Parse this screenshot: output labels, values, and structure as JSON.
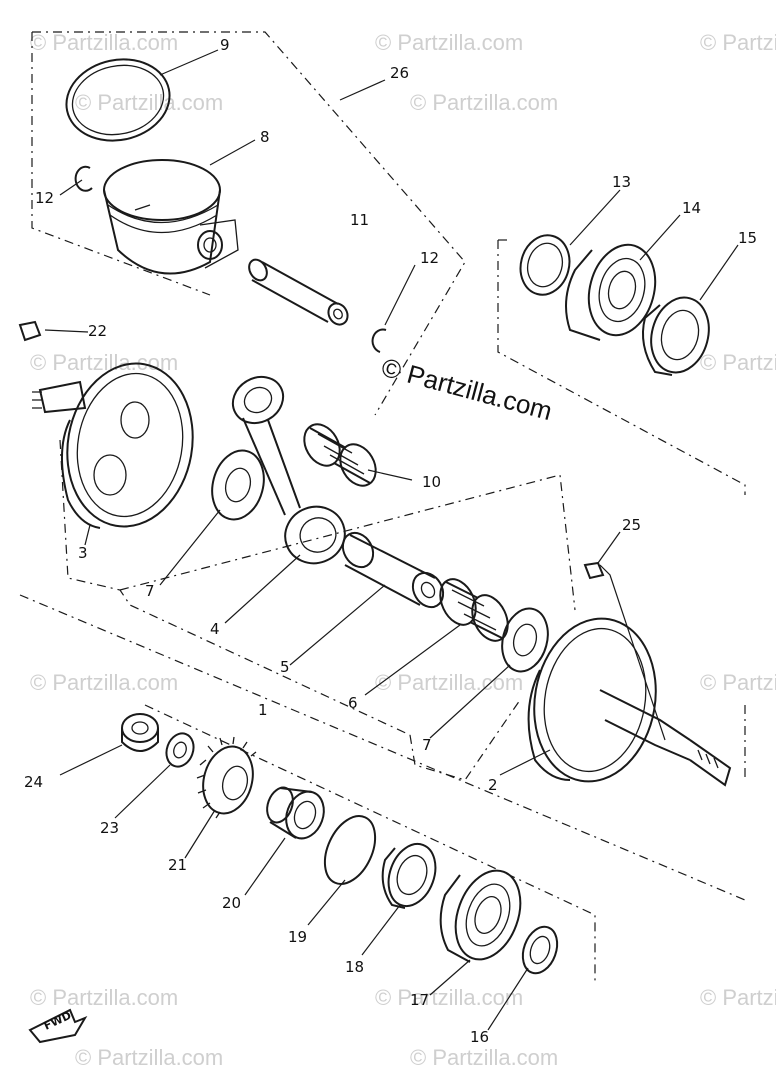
{
  "watermark": {
    "main": "© Partzilla.com",
    "faint": "© Partzilla.com"
  },
  "direction_label": "FWD",
  "callouts": [
    {
      "id": "p9",
      "label": "9"
    },
    {
      "id": "p26",
      "label": "26"
    },
    {
      "id": "p8",
      "label": "8"
    },
    {
      "id": "p12a",
      "label": "12"
    },
    {
      "id": "p11",
      "label": "11"
    },
    {
      "id": "p12b",
      "label": "12"
    },
    {
      "id": "p13",
      "label": "13"
    },
    {
      "id": "p14",
      "label": "14"
    },
    {
      "id": "p15",
      "label": "15"
    },
    {
      "id": "p22",
      "label": "22"
    },
    {
      "id": "p10",
      "label": "10"
    },
    {
      "id": "p3",
      "label": "3"
    },
    {
      "id": "p25",
      "label": "25"
    },
    {
      "id": "p7a",
      "label": "7"
    },
    {
      "id": "p4",
      "label": "4"
    },
    {
      "id": "p5",
      "label": "5"
    },
    {
      "id": "p1",
      "label": "1"
    },
    {
      "id": "p6",
      "label": "6"
    },
    {
      "id": "p7b",
      "label": "7"
    },
    {
      "id": "p2",
      "label": "2"
    },
    {
      "id": "p24",
      "label": "24"
    },
    {
      "id": "p23",
      "label": "23"
    },
    {
      "id": "p21",
      "label": "21"
    },
    {
      "id": "p20",
      "label": "20"
    },
    {
      "id": "p19",
      "label": "19"
    },
    {
      "id": "p18",
      "label": "18"
    },
    {
      "id": "p17",
      "label": "17"
    },
    {
      "id": "p16",
      "label": "16"
    }
  ]
}
